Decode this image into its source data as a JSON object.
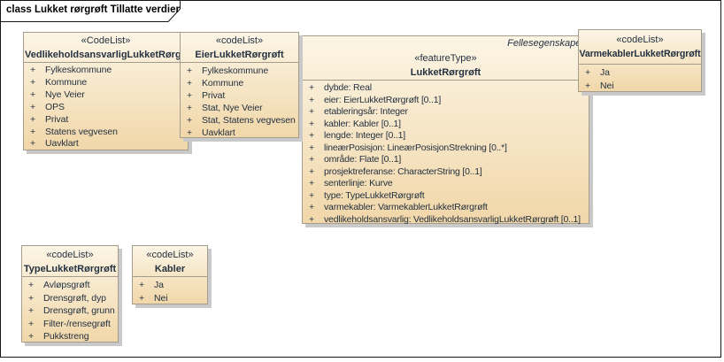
{
  "diagram": {
    "title": "class Lukket rørgrøft Tillatte verdier"
  },
  "visibility_marker": "+",
  "colors": {
    "background": "#ffffff",
    "frame-border": "#161616",
    "box-fill-top": "#fcf5e5",
    "box-fill-bottom": "#f1d7a9",
    "box-border": "#a49c8c",
    "box-shadow": "#c9c9c9",
    "text": "#243140"
  },
  "classes": [
    {
      "stereotype": "«CodeList»",
      "name": "VedlikeholdsansvarligLukketRørgrøft",
      "attributes": [
        "Fylkeskommune",
        "Kommune",
        "Nye Veier",
        "OPS",
        "Privat",
        "Statens vegvesen",
        "Uavklart"
      ]
    },
    {
      "stereotype": "«codeList»",
      "name": "EierLukketRørgrøft",
      "attributes": [
        "Fylkeskommune",
        "Kommune",
        "Privat",
        "Stat, Nye Veier",
        "Stat, Statens vegvesen",
        "Uavklart"
      ]
    },
    {
      "stereotype": "«featureType»",
      "name": "LukketRørgrøft",
      "package_label": "Fellesegenskaper",
      "attributes": [
        "dybde: Real",
        "eier: EierLukketRørgrøft [0..1]",
        "etableringsår: Integer",
        "kabler: Kabler [0..1]",
        "lengde: Integer [0..1]",
        "lineærPosisjon: LineærPosisjonStrekning [0..*]",
        "område: Flate [0..1]",
        "prosjektreferanse: CharacterString [0..1]",
        "senterlinje: Kurve",
        "type: TypeLukketRørgrøft",
        "varmekabler: VarmekablerLukketRørgrøft",
        "vedlikeholdsansvarlig: VedlikeholdsansvarligLukketRørgrøft [0..1]"
      ]
    },
    {
      "stereotype": "«codeList»",
      "name": "VarmekablerLukketRørgrøft",
      "attributes": [
        "Ja",
        "Nei"
      ]
    },
    {
      "stereotype": "«codeList»",
      "name": "TypeLukketRørgrøft",
      "attributes": [
        "Avløpsgrøft",
        "Drensgrøft, dyp",
        "Drensgrøft, grunn",
        "Filter-/rensegrøft",
        "Pukkstreng"
      ]
    },
    {
      "stereotype": "«codeList»",
      "name": "Kabler",
      "attributes": [
        "Ja",
        "Nei"
      ]
    }
  ]
}
